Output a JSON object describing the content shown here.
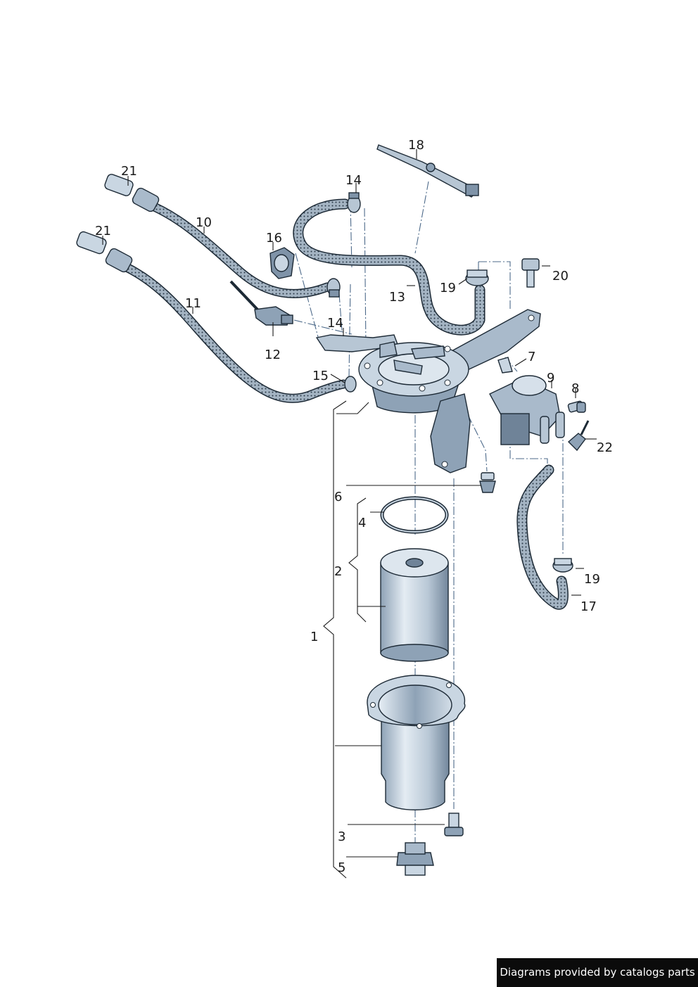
{
  "colors": {
    "part_fill": "#c9d6e2",
    "part_dark": "#7f93a8",
    "hose_fill": "#8d9fb0",
    "outline": "#1d2a36",
    "leader": "#1a1a1a",
    "dash": "#4d6a8a",
    "credit_bg": "#0b0b0b",
    "credit_text": "#ffffff"
  },
  "callouts": {
    "c1": "1",
    "c2": "2",
    "c3": "3",
    "c4": "4",
    "c5": "5",
    "c6": "6",
    "c7": "7",
    "c8": "8",
    "c9": "9",
    "c10": "10",
    "c11": "11",
    "c12": "12",
    "c13": "13",
    "c14a": "14",
    "c14b": "14",
    "c15": "15",
    "c16": "16",
    "c17": "17",
    "c18": "18",
    "c19a": "19",
    "c19b": "19",
    "c20": "20",
    "c21a": "21",
    "c21b": "21",
    "c22": "22"
  },
  "credit": "Diagrams provided by catalogs parts"
}
